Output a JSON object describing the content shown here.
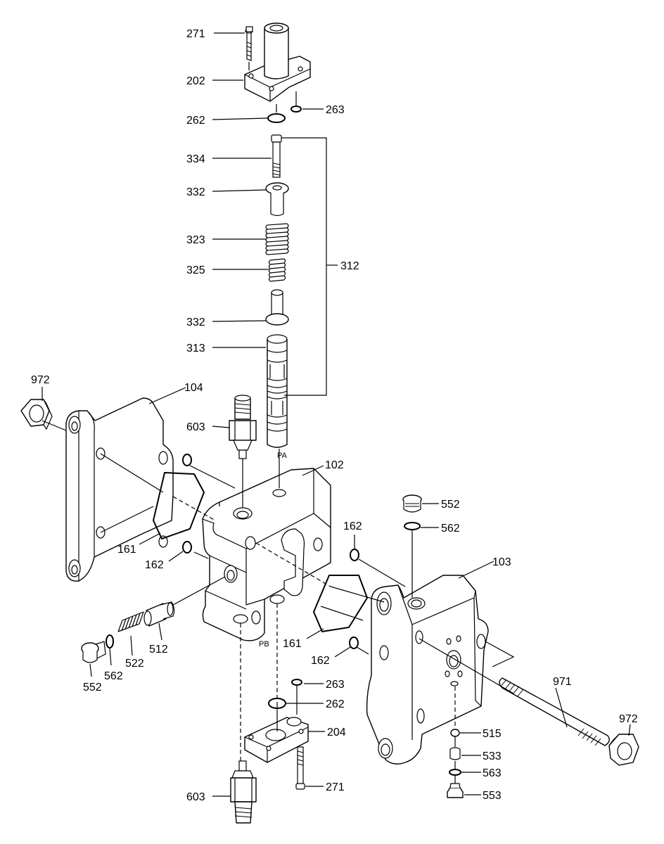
{
  "callouts": {
    "c271_top": "271",
    "c202": "202",
    "c262_top": "262",
    "c263_top": "263",
    "c334": "334",
    "c332_top": "332",
    "c323": "323",
    "c325": "325",
    "c312": "312",
    "c332_bot": "332",
    "c313": "313",
    "c972_left": "972",
    "c104": "104",
    "c603_top": "603",
    "c102": "102",
    "c552_right": "552",
    "c562_right": "562",
    "c162_right": "162",
    "c103": "103",
    "c161_left": "161",
    "c162_left": "162",
    "c512": "512",
    "c522": "522",
    "c562_left": "562",
    "c552_left": "552",
    "c161_right": "161",
    "c162_bot": "162",
    "c263_bot": "263",
    "c262_bot": "262",
    "c971": "971",
    "c972_right": "972",
    "c204": "204",
    "c515": "515",
    "c533": "533",
    "c563": "563",
    "c553": "553",
    "c271_bot": "271",
    "c603_bot": "603"
  },
  "port_labels": {
    "pa": "PA",
    "pb": "PB"
  }
}
